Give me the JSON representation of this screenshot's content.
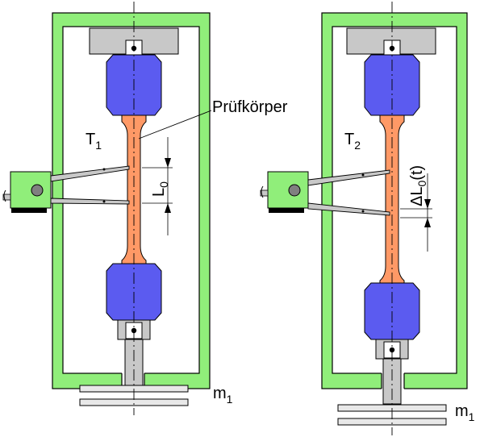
{
  "labels": {
    "specimen": "Prüfkörper",
    "temp_left_main": "T",
    "temp_left_sub": "1",
    "temp_right_main": "T",
    "temp_right_sub": "2",
    "gauge_length_main": "L",
    "gauge_length_sub": "0",
    "elongation_main": "ΔL",
    "elongation_sub": "0",
    "elongation_suffix": "(t)",
    "mass_left_main": "m",
    "mass_left_sub": "1",
    "mass_right_main": "m",
    "mass_right_sub": "1"
  },
  "colors": {
    "frame": "#90ee7a",
    "grip_block": "#c8c8c8",
    "clamp": "#5b5bf0",
    "specimen": "#ff9966",
    "extensometer": "#90ee7a",
    "rod": "#c8c8c8",
    "mass_plate": "#e8e8e8"
  }
}
